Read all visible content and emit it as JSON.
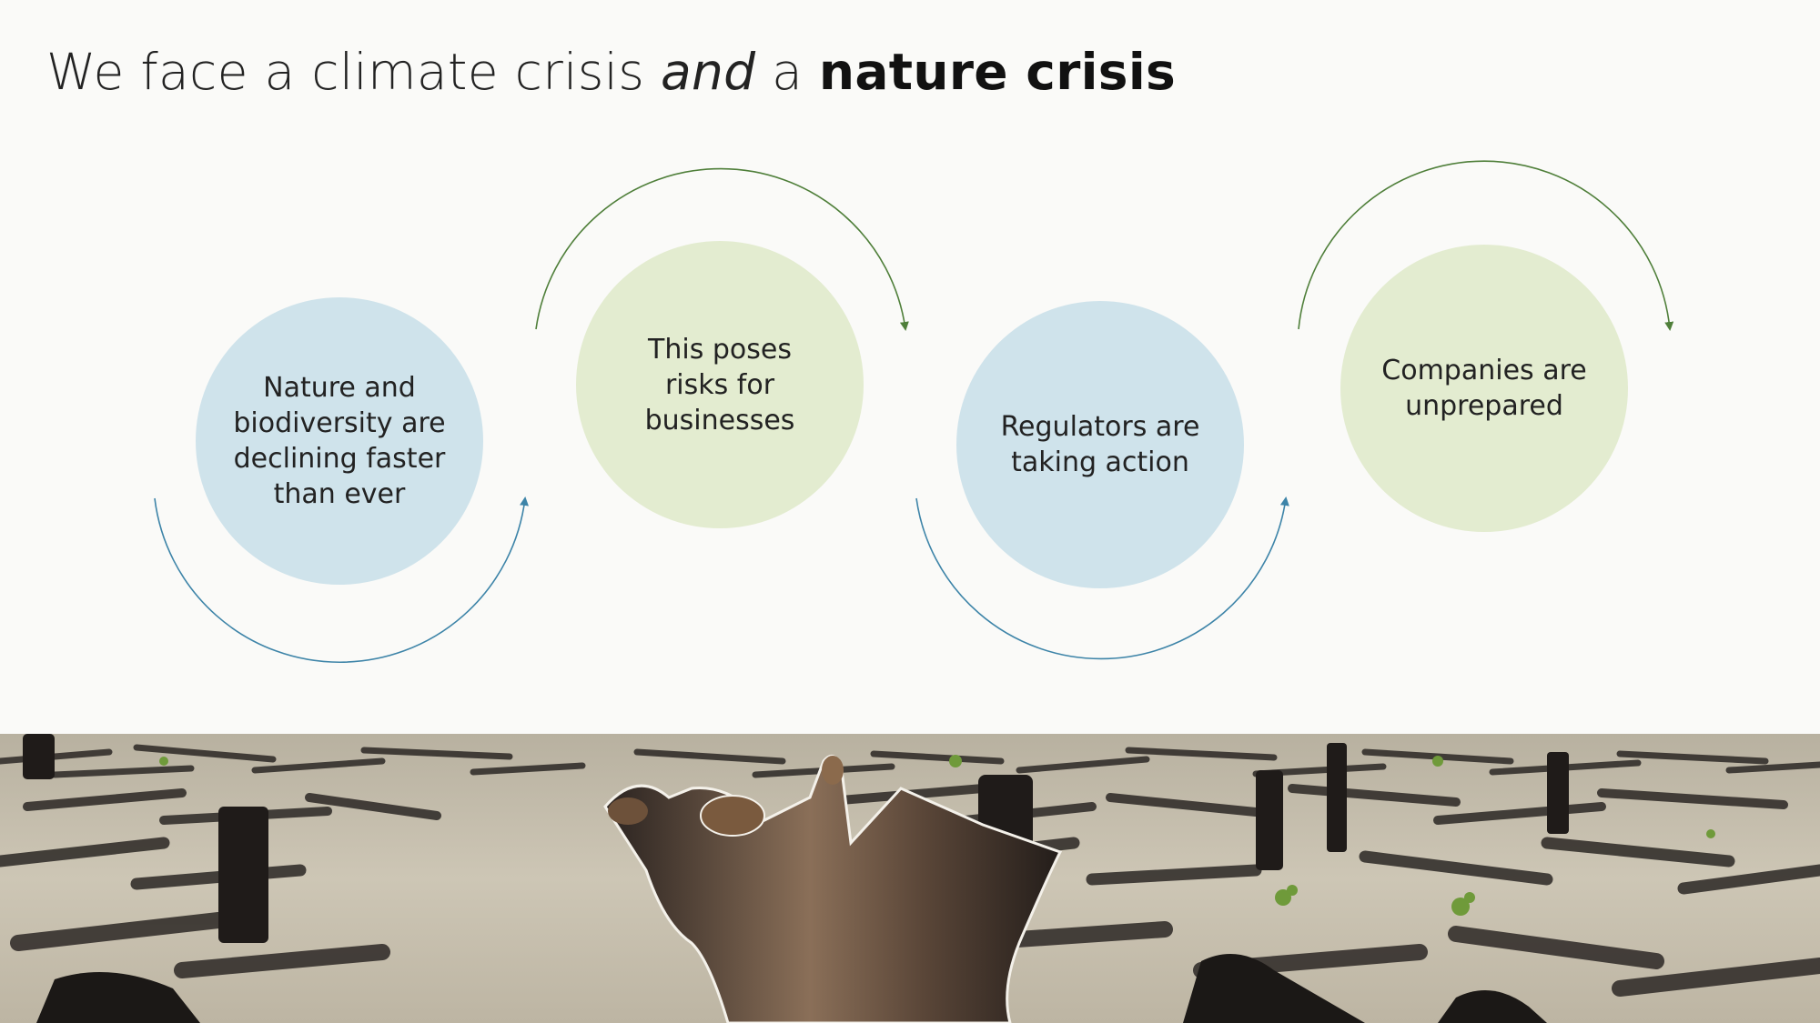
{
  "title": {
    "part1": "We face a climate crisis ",
    "part2": "and",
    "part3": " a ",
    "part4": "nature crisis"
  },
  "steps": [
    {
      "text": "Nature and biodiversity are declining faster than ever"
    },
    {
      "text": "This poses risks for businesses"
    },
    {
      "text": "Regulators are taking action"
    },
    {
      "text": "Companies are unprepared"
    }
  ],
  "colors": {
    "blue_circle": "#cfe3eb",
    "green_circle": "#e3ecd0",
    "blue_arrow": "#3d84a8",
    "green_arrow": "#4f7f3a"
  },
  "photo": {
    "subject": "deforested-burnt-land-photo"
  }
}
